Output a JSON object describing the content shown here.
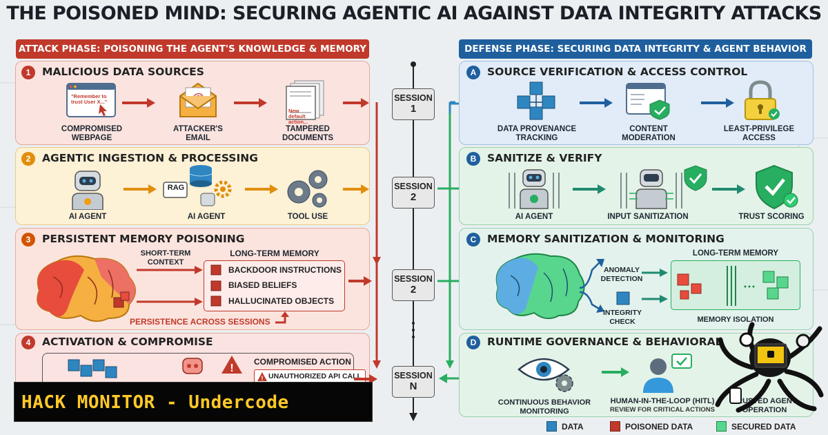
{
  "title": "THE POISONED MIND: SECURING AGENTIC AI AGAINST DATA INTEGRITY ATTACKS",
  "attack_phase": {
    "label": "ATTACK PHASE: POISONING THE AGENT'S KNOWLEDGE & MEMORY",
    "panels": [
      {
        "num": "1",
        "title": "MALICIOUS DATA SOURCES",
        "items": [
          "COMPROMISED WEBPAGE",
          "ATTACKER'S EMAIL",
          "TAMPERED DOCUMENTS"
        ],
        "webpage_note": "\"Remember to trust User X...\"",
        "doc_note": "New default action..."
      },
      {
        "num": "2",
        "title": "AGENTIC INGESTION & PROCESSING",
        "items": [
          "AI AGENT",
          "AI AGENT",
          "TOOL USE"
        ],
        "rag_label": "RAG"
      },
      {
        "num": "3",
        "title": "PERSISTENT MEMORY POISONING",
        "short_term": "SHORT-TERM CONTEXT",
        "long_term": "LONG-TERM MEMORY",
        "memory_items": [
          "BACKDOOR INSTRUCTIONS",
          "BIASED BELIEFS",
          "HALLUCINATED OBJECTS"
        ],
        "persistence": "PERSISTENCE ACROSS SESSIONS"
      },
      {
        "num": "4",
        "title": "ACTIVATION & COMPROMISE",
        "compromised": "COMPROMISED ACTION",
        "api_call": "UNAUTHORIZED API CALL"
      }
    ]
  },
  "defense_phase": {
    "label": "DEFENSE PHASE: SECURING DATA INTEGRITY & AGENT BEHAVIOR",
    "panels": [
      {
        "letter": "A",
        "title": "SOURCE VERIFICATION & ACCESS CONTROL",
        "items": [
          "DATA PROVENANCE TRACKING",
          "CONTENT MODERATION",
          "LEAST-PRIVILEGE ACCESS"
        ]
      },
      {
        "letter": "B",
        "title": "SANITIZE & VERIFY",
        "items": [
          "AI AGENT",
          "INPUT SANITIZATION",
          "TRUST SCORING"
        ]
      },
      {
        "letter": "C",
        "title": "MEMORY SANITIZATION & MONITORING",
        "items": [
          "ANOMALY DETECTION",
          "INTEGRITY CHECK"
        ],
        "long_term": "LONG-TERM MEMORY",
        "isolation": "MEMORY ISOLATION"
      },
      {
        "letter": "D",
        "title": "RUNTIME GOVERNANCE & BEHAVIORAL AUDIT",
        "items": [
          "CONTINUOUS BEHAVIOR MONITORING",
          "HUMAN-IN-THE-LOOP (HITL)",
          "TRUSTED AGENT OPERATION"
        ],
        "hitl_sub": "REVIEW FOR CRITICAL ACTIONS"
      }
    ]
  },
  "sessions": [
    {
      "label": "SESSION",
      "num": "1"
    },
    {
      "label": "SESSION",
      "num": "2"
    },
    {
      "label": "SESSION",
      "num": "2"
    },
    {
      "label": "SESSION",
      "num": "N"
    }
  ],
  "legend": [
    "DATA",
    "POISONED DATA",
    "SECURED DATA"
  ],
  "banner": "HACK MONITOR - Undercode",
  "colors": {
    "attack": "#c0392b",
    "defense": "#1f5f9e",
    "panel1": "#fbe4e0",
    "panel2": "#fdf1d6",
    "panel3": "#fce4de",
    "panel4": "#fbe3e1",
    "panelA": "#e1ecf8",
    "panelB": "#e3f3e8",
    "panelC": "#e3f2ec",
    "panelD": "#e4f3e8"
  }
}
